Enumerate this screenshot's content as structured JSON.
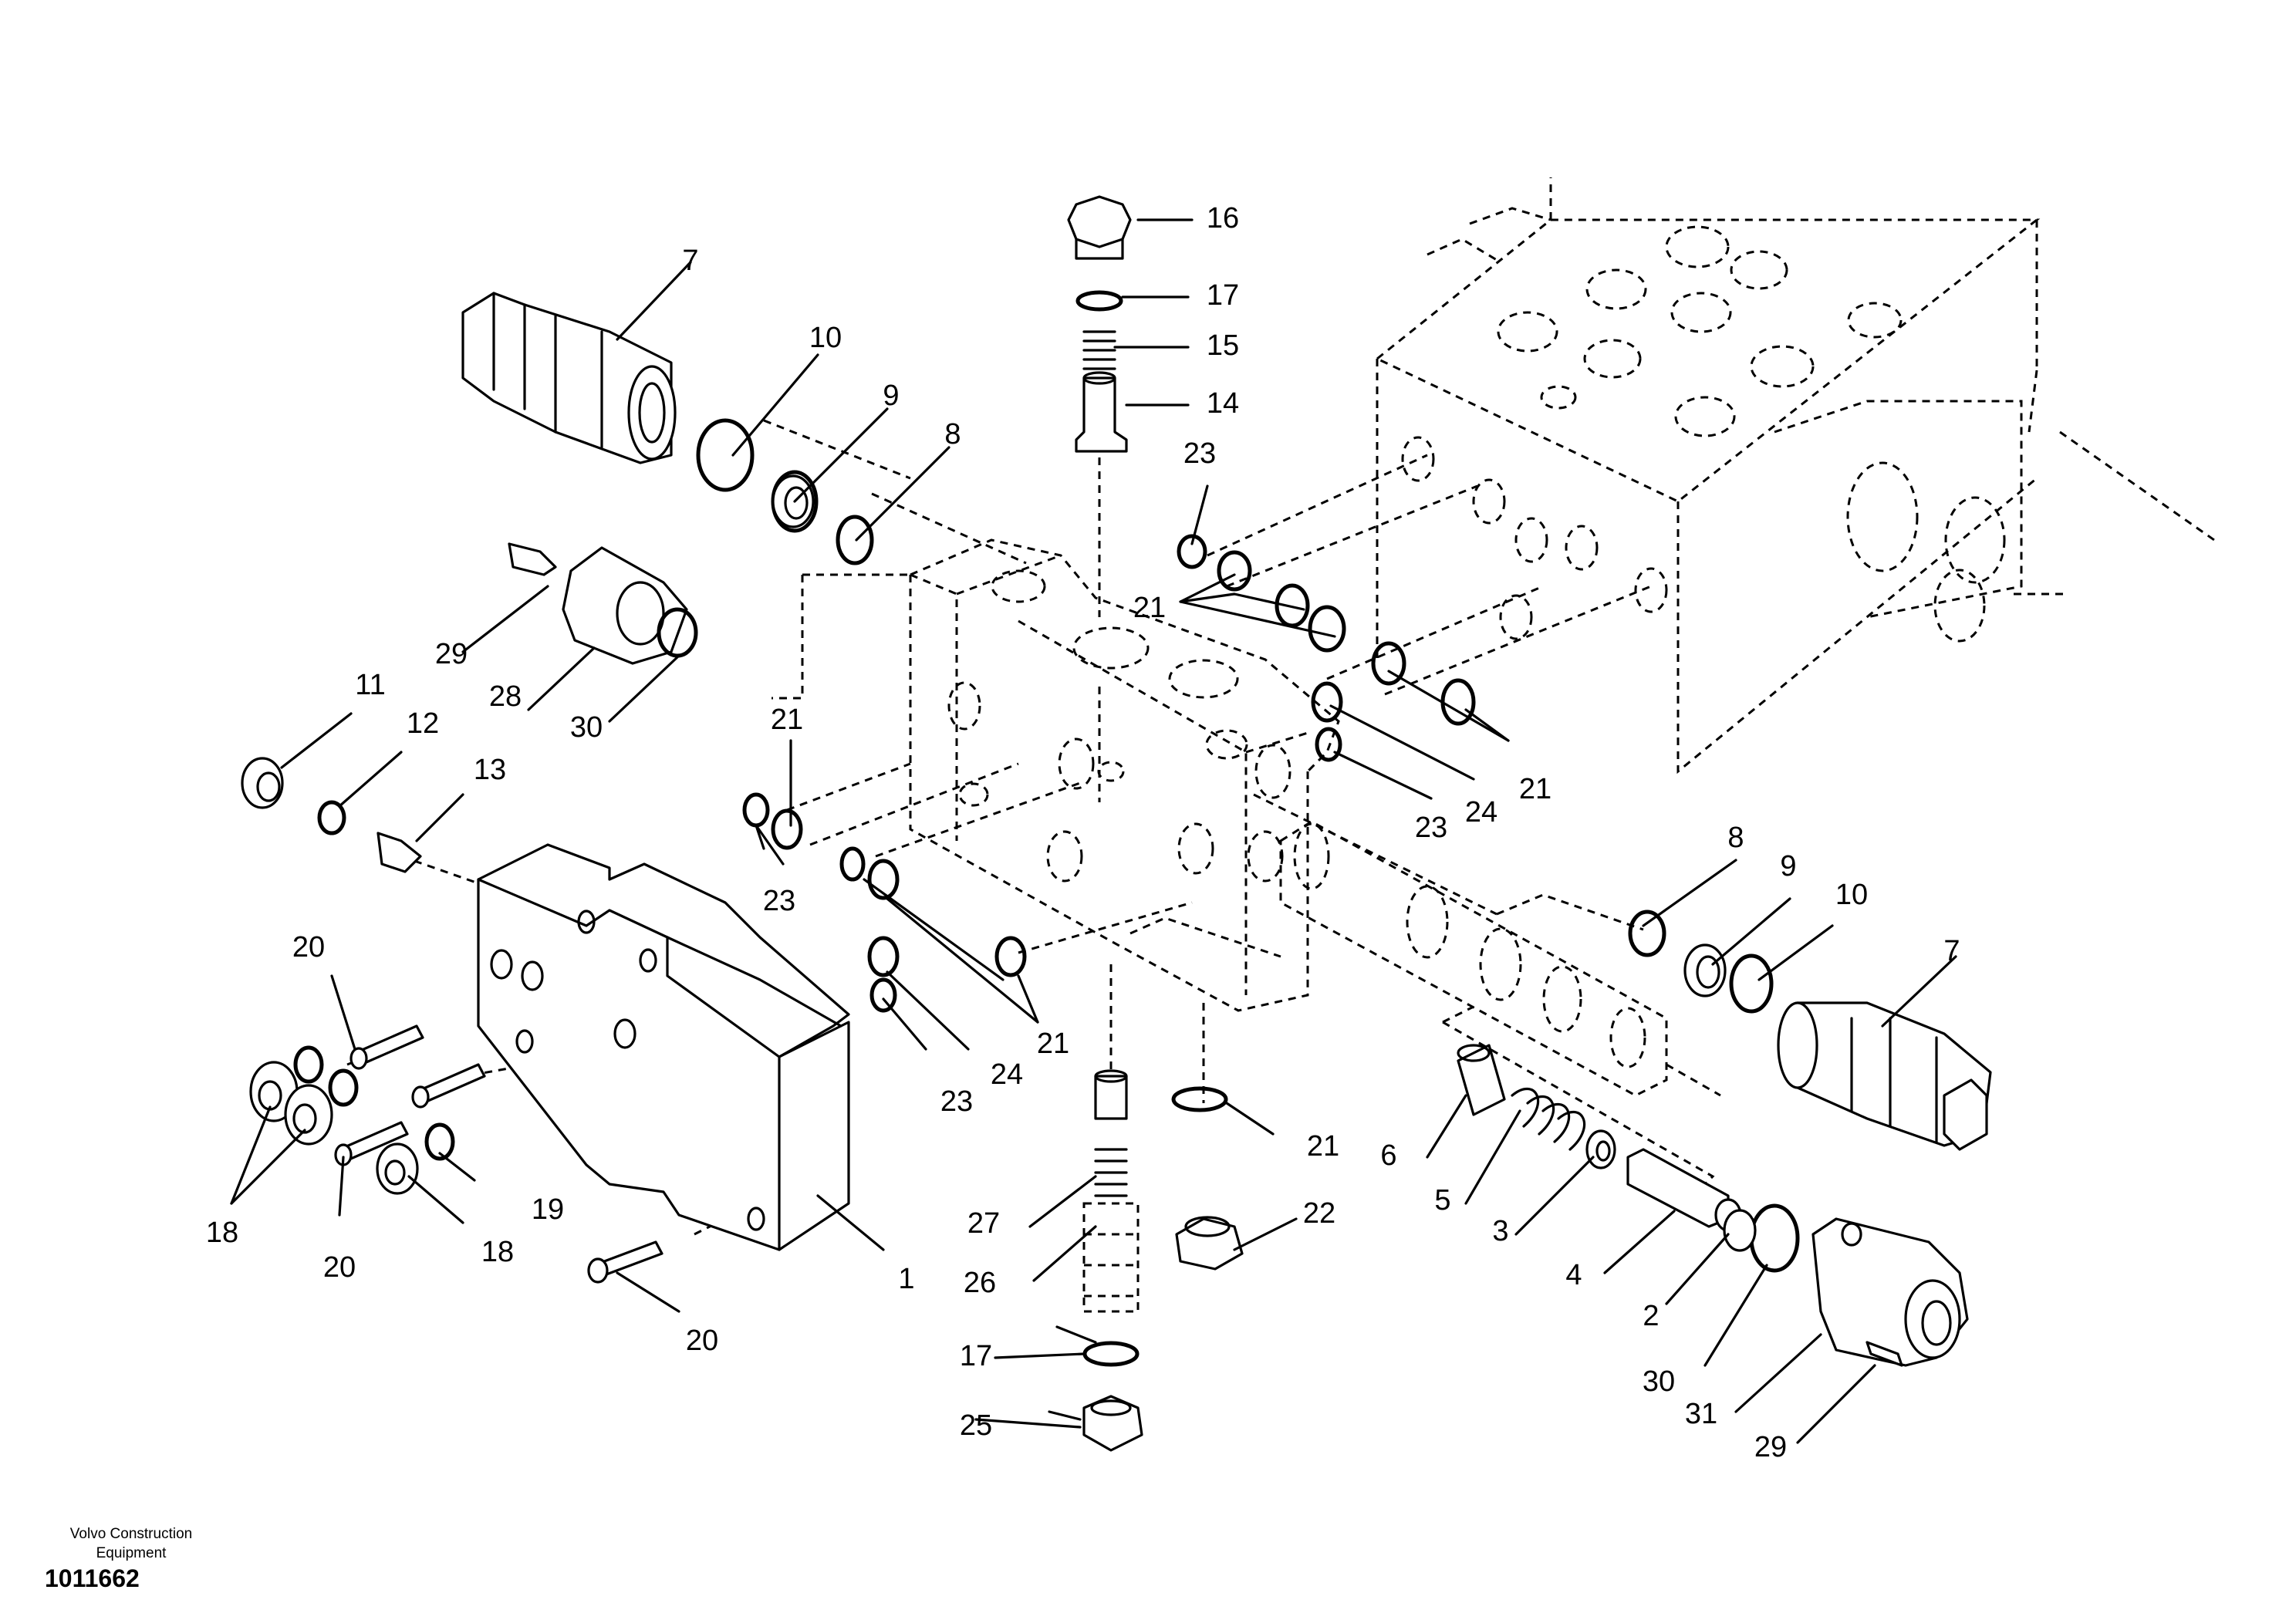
{
  "footer": {
    "maker_line1": "Volvo Construction",
    "maker_line2": "Equipment",
    "drawing_number": "1011662"
  },
  "callouts": {
    "c1": "1",
    "c2": "2",
    "c3": "3",
    "c4": "4",
    "c5": "5",
    "c6": "6",
    "c7a": "7",
    "c7b": "7",
    "c8a": "8",
    "c8b": "8",
    "c9a": "9",
    "c9b": "9",
    "c10a": "10",
    "c10b": "10",
    "c11": "11",
    "c12": "12",
    "c13": "13",
    "c14": "14",
    "c15": "15",
    "c16": "16",
    "c17a": "17",
    "c17b": "17",
    "c18a": "18",
    "c18b": "18",
    "c19": "19",
    "c20a": "20",
    "c20b": "20",
    "c20c": "20",
    "c21a": "21",
    "c21b": "21",
    "c21c": "21",
    "c21d": "21",
    "c21e": "21",
    "c22": "22",
    "c23a": "23",
    "c23b": "23",
    "c23c": "23",
    "c23d": "23",
    "c24a": "24",
    "c24b": "24",
    "c25": "25",
    "c26": "26",
    "c27": "27",
    "c28": "28",
    "c29a": "29",
    "c29b": "29",
    "c30a": "30",
    "c30b": "30",
    "c31": "31"
  }
}
